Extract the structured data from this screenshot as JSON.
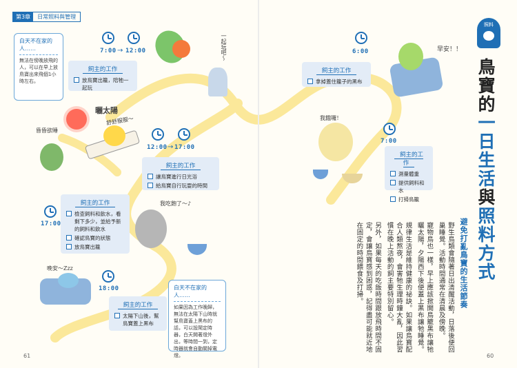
{
  "header": {
    "chapter": "第3章",
    "title": "日常照料與管理"
  },
  "timeline": [
    {
      "time": "7:00"
    },
    {
      "time": "12:00"
    },
    {
      "time": "12:00"
    },
    {
      "time": "17:00"
    },
    {
      "time": "17:00"
    },
    {
      "time": "18:00"
    },
    {
      "time": "6:00"
    },
    {
      "time": "7:00"
    }
  ],
  "arrows": {
    "symbol": "→"
  },
  "notes": {
    "not_home_top": {
      "head": "白天不在家的人……",
      "body": "無法在傍晚放飛的人，可以在早上放鳥寶出來飛個1小時左右。"
    },
    "not_home_bottom": {
      "head": "白天不在家的人……",
      "body": "如果因為工作晚歸，無法在太陽下山時就幫鳥寶蓋上黑布的話，可以設鬧定時器，白天開著燈外出，等時間一到，定時器就會自動關掉電燈。"
    }
  },
  "work_boxes": {
    "w1": {
      "title": "飼主的工作",
      "items": [
        "放鳥寶出籠，陪牠一起玩"
      ]
    },
    "w2": {
      "title": "飼主的工作",
      "items": [
        "讓鳥寶進行日光浴",
        "給鳥寶自行玩耍的時間"
      ]
    },
    "w3": {
      "title": "飼主的工作",
      "items": [
        "檢查飼料和飲水，看剩下多少，並給予新的飼料和飲水",
        "確認鳥寶的狀態",
        "放鳥寶出籠"
      ]
    },
    "w4": {
      "title": "飼主的工作",
      "items": [
        "太陽下山後，幫鳥寶蓋上黑布"
      ]
    },
    "w5": {
      "title": "飼主的工作",
      "items": [
        "拿掉蓋住籠子的黑布"
      ]
    },
    "w6": {
      "title": "飼主的工作",
      "items": [
        "測量體重",
        "提供飼料和水",
        "打掃鳥籠"
      ]
    }
  },
  "speech": {
    "play": "一起玩吧～",
    "sun": "曬太陽",
    "comfy": "舒舒服服～",
    "nap": "昏昏欲睡",
    "hungry": "我吃飽了～♪",
    "goodnight": "晚安～Zzz",
    "morning": "早安！！",
    "starving": "我餓囉！"
  },
  "right_page": {
    "tag": "照料",
    "heading_part1": "鳥寶的",
    "heading_highlight1": "一日生活",
    "heading_part2": "與",
    "heading_highlight2": "照料方式",
    "subheading": "避免打亂鳥寶的生活節奏",
    "paragraphs": [
      "野生鳥類會隨著日出清醒活動，日落後便回巢睡覺。活動時間通常在清晨及傍晚。",
      "寵物鳥也一樣，早上應該掀開鳥籠黑布讓牠曬太陽，夕陽西下後便蓋上黑布讓牠睡覺。",
      "規律生活是維持健康的祕訣。如果讓鳥寶配合人類熬夜，會害牠生理時鐘大亂，因此習慣在晚上活動的飼主要特別留心。",
      "另外，如果每天的吃飯時間跟放飛時間不固定，會讓鳥寶感到困惑，記得盡可能就近地在固定的時間餵食及打掃。"
    ]
  },
  "page_numbers": {
    "left": "61",
    "right": "60"
  }
}
